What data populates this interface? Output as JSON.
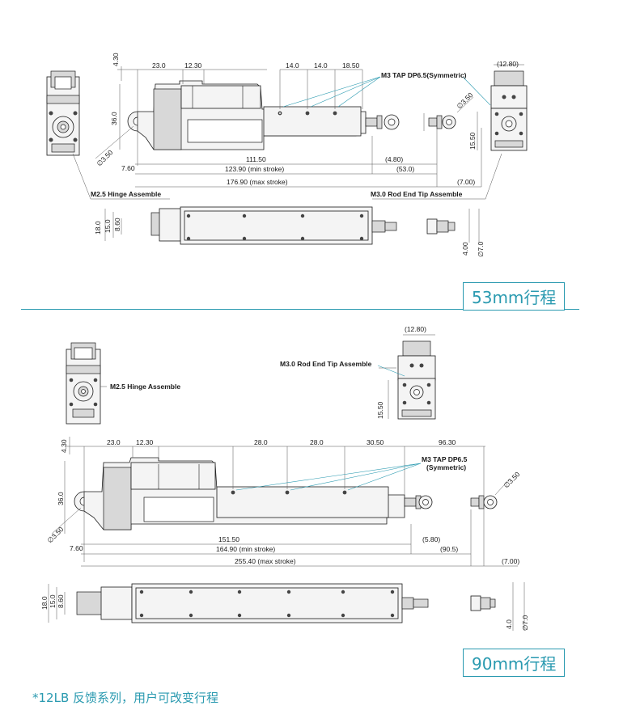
{
  "top": {
    "stroke_label": "53mm行程",
    "dims": {
      "d430": "4.30",
      "d230": "23.0",
      "d1230": "12.30",
      "d140a": "14.0",
      "d140b": "14.0",
      "d1850": "18.50",
      "d360": "36.0",
      "d350a": "∅3.50",
      "d350b": "∅3.50",
      "d1280": "(12.80)",
      "d1550": "15.50",
      "d760": "7.60",
      "d11150": "111.50",
      "d480": "(4.80)",
      "d12390": "123.90 (min stroke)",
      "d530": "(53.0)",
      "d17690": "176.90 (max stroke)",
      "d700": "(7.00)",
      "d180": "18.0",
      "d150": "15.0",
      "d860": "8.60",
      "d400": "4.00",
      "d70": "∅7.0"
    },
    "labels": {
      "tap": "M3 TAP DP6.5(Symmetric)",
      "hinge": "M2.5 Hinge Assemble",
      "rodend": "M3.0 Rod End Tip Assemble"
    }
  },
  "bottom": {
    "stroke_label": "90mm行程",
    "dims": {
      "d1280": "(12.80)",
      "d1550": "15.50",
      "d430": "4.30",
      "d230": "23.0",
      "d1230": "12.30",
      "d280a": "28.0",
      "d280b": "28.0",
      "d3050": "30.50",
      "d9630": "96.30",
      "d360": "36.0",
      "d350a": "∅3.50",
      "d350b": "∅3.50",
      "d760": "7.60",
      "d15150": "151.50",
      "d580": "(5.80)",
      "d16490": "164.90 (min stroke)",
      "d905": "(90.5)",
      "d25540": "255.40 (max stroke)",
      "d700": "(7.00)",
      "d180": "18.0",
      "d150": "15.0",
      "d860": "8.60",
      "d40": "4.0",
      "d70": "∅7.0"
    },
    "labels": {
      "tap": "M3 TAP DP6.5",
      "tap2": "(Symmetric)",
      "hinge": "M2.5 Hinge Assemble",
      "rodend": "M3.0 Rod End Tip Assemble"
    }
  },
  "footnote": "*12LB 反馈系列，用户可改变行程"
}
